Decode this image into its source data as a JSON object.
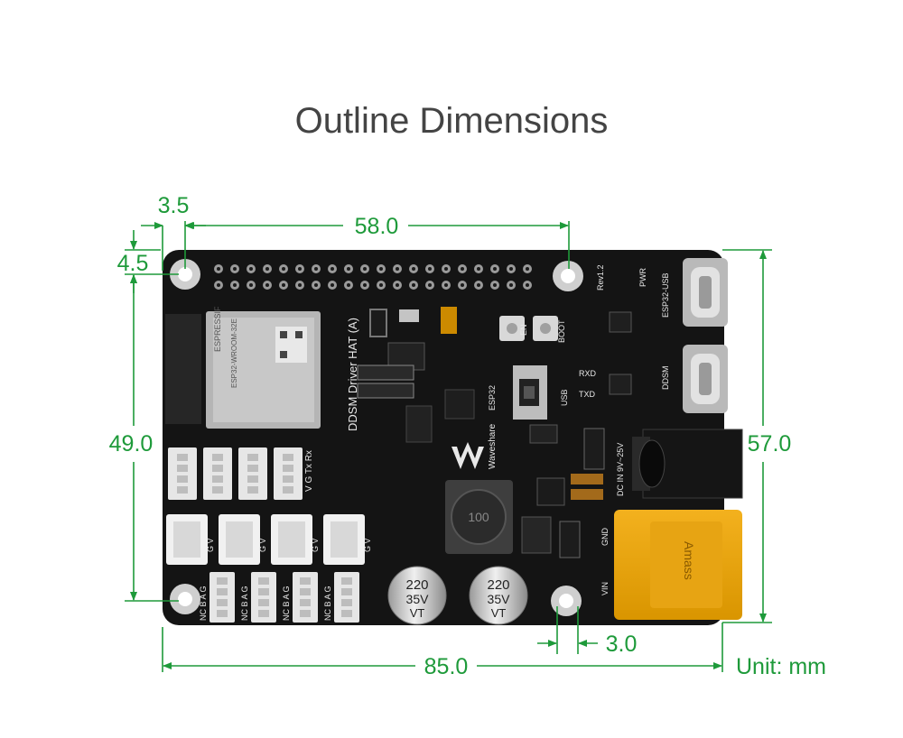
{
  "title": "Outline Dimensions",
  "colors": {
    "dimension": "#1e9a3a",
    "board": "#151515",
    "title": "#444444"
  },
  "dimensions": {
    "hole_offset_x": "3.5",
    "hole_offset_y": "4.5",
    "hole_span_x": "58.0",
    "hole_span_y": "49.0",
    "board_height": "57.0",
    "board_width": "85.0",
    "hole_to_edge": "3.0"
  },
  "unit_label": "Unit: mm",
  "board": {
    "revision": "Rev1.2",
    "pwr": "PWR",
    "esp32_usb": "ESP32-USB",
    "ddsm": "DDSM",
    "en": "EN",
    "boot": "BOOT",
    "rxd": "RXD",
    "txd": "TXD",
    "usb": "USB",
    "esp32": "ESP32",
    "name": "DDSM Driver HAT (A)",
    "brand": "Waveshare",
    "dc_in": "DC IN 9V~25V",
    "gnd": "GND",
    "vin": "VIN",
    "uart_pins": "V G Tx Rx",
    "cap_value": "220",
    "cap_voltage": "35V",
    "cap_type": "VT",
    "module_brand": "ESPRESSIF",
    "module_model": "ESP32-WROOM-32E",
    "xt60_brand": "Amass",
    "servo_pins": "G V",
    "ddsm_pins": "NC B A G"
  }
}
